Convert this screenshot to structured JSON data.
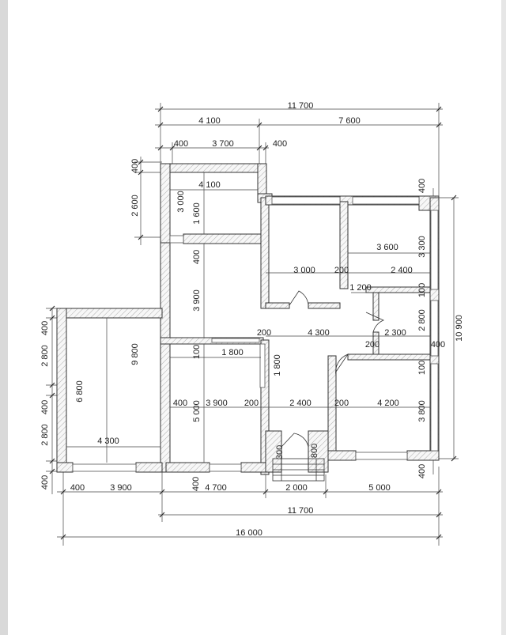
{
  "dims": {
    "top_total": "11 700",
    "top_left": "4 100",
    "top_right": "7 600",
    "top_a": "400",
    "top_b": "3 700",
    "top_c": "400",
    "left_a": "400",
    "left_b": "2 600",
    "left_c": "400",
    "left_d": "2 800",
    "left_e": "400",
    "left_f": "2 800",
    "left_g": "400",
    "right_a": "400",
    "right_b": "3 300",
    "right_c": "100",
    "right_d": "2 800",
    "right_e": "100",
    "right_f": "3 800",
    "right_g": "400",
    "right_total": "10 900",
    "bot_a": "400",
    "bot_b": "3 900",
    "bot_c": "400",
    "bot_d": "4 700",
    "bot_e": "2 000",
    "bot_f": "5 000",
    "bot_total1": "11 700",
    "bot_total2": "16 000"
  },
  "inner": {
    "r1_w": "4 100",
    "r1_h": "3 000",
    "r1_h2": "1 600",
    "r2_h": "400",
    "r2_h2": "3 900",
    "r3_w": "3 000",
    "r3_a": "200",
    "r3_b": "2 400",
    "r4_w": "3 600",
    "r4_1200": "1 200",
    "hall_a": "200",
    "hall_w": "4 300",
    "hall_b": "2 300",
    "hall_c": "200",
    "hall_d": "400",
    "big_h": "9 800",
    "big_h2": "6 800",
    "big_w": "4 300",
    "r5_100": "100",
    "r5_w": "1 800",
    "r5_h": "1 800",
    "r5_400": "400",
    "r5_5000": "5 000",
    "r5_3900": "3 900",
    "r5_200": "200",
    "r6_2400": "2 400",
    "r6_200": "200",
    "r7_w": "4 200",
    "porch_300": "300",
    "porch_800": "800"
  },
  "colors": {
    "wall": "#f2f2f2",
    "line": "#333333"
  }
}
